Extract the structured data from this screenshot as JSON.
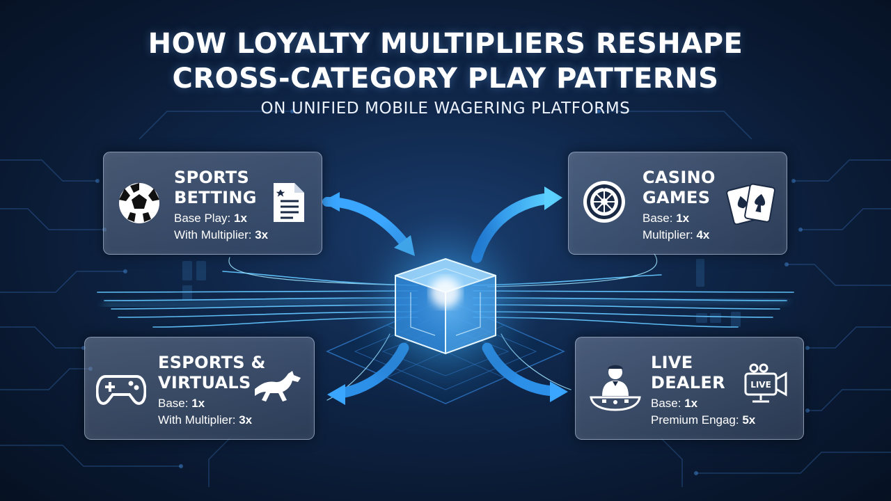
{
  "header": {
    "title_line1": "HOW LOYALTY MULTIPLIERS RESHAPE",
    "title_line2": "CROSS-CATEGORY PLAY PATTERNS",
    "subtitle": "ON UNIFIED MOBILE WAGERING PLATFORMS"
  },
  "cards": {
    "sports": {
      "title_line1": "SPORTS",
      "title_line2": "BETTING",
      "stat1_label": "Base Play: ",
      "stat1_value": "1x",
      "stat2_label": "With Multiplier: ",
      "stat2_value": "3x",
      "icons": [
        "soccer-ball-icon",
        "betting-slip-icon"
      ]
    },
    "casino": {
      "title_line1": "CASINO",
      "title_line2": "GAMES",
      "stat1_label": "Base: ",
      "stat1_value": "1x",
      "stat2_label": "Multiplier: ",
      "stat2_value": "4x",
      "icons": [
        "roulette-wheel-icon",
        "playing-cards-icon"
      ]
    },
    "esports": {
      "title_line1": "ESPORTS &",
      "title_line2": "VIRTUALS",
      "stat1_label": "Base: ",
      "stat1_value": "1x",
      "stat2_label": "With Multiplier: ",
      "stat2_value": "3x",
      "icons": [
        "gamepad-icon",
        "racehorse-icon"
      ]
    },
    "live": {
      "title_line1": "LIVE",
      "title_line2": "DEALER",
      "stat1_label": "Base: ",
      "stat1_value": "1x",
      "stat2_label": "Premium Engag: ",
      "stat2_value": "5x",
      "icons": [
        "dealer-icon",
        "live-camera-icon"
      ],
      "live_badge": "LIVE"
    }
  },
  "hub": {
    "icon": "glowing-cube-icon"
  },
  "colors": {
    "bg_dark": "#061122",
    "bg_mid": "#10284c",
    "accent": "#2fa8ff",
    "glow": "#8fe0ff",
    "card_border": "#c8d7f0"
  }
}
